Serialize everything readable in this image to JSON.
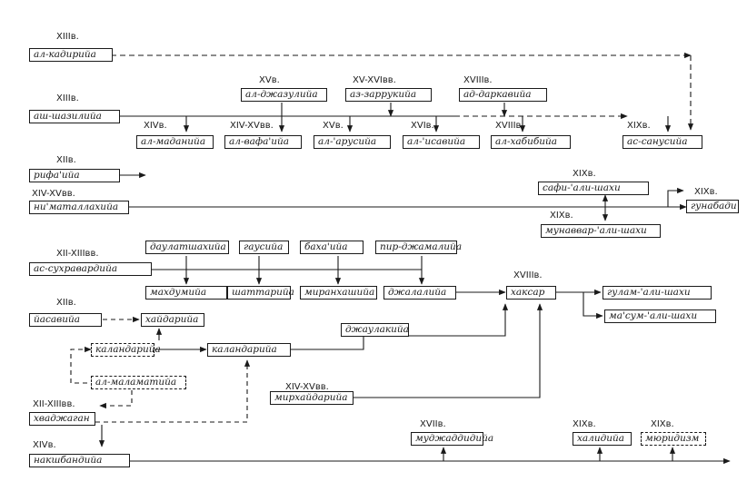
{
  "nodes": {
    "qadiriyya": {
      "name": "ал-кадирийа",
      "century": "XIIIв."
    },
    "shadhiliyya": {
      "name": "аш-шазилийа",
      "century": "XIIIв."
    },
    "jazuliyya": {
      "name": "ал-джазулийа",
      "century": "XVв."
    },
    "zarruqiyya": {
      "name": "аз-заррукийа",
      "century": "XV-XVIвв."
    },
    "darqawiyya": {
      "name": "ад-даркавийа",
      "century": "XVIIIв."
    },
    "madaniyya": {
      "name": "ал-маданийа",
      "century": "XIVв."
    },
    "wafaiyya": {
      "name": "ал-вафа'ийа",
      "century": "XIV-XVвв."
    },
    "arusiyya": {
      "name": "ал-'арусийа",
      "century": "XVв."
    },
    "isawiyya": {
      "name": "ал-'исавийа",
      "century": "XVIв."
    },
    "habibiyya": {
      "name": "ал-хабибийа",
      "century": "XVIIIв."
    },
    "sanusiyya": {
      "name": "ас-санусийа",
      "century": "XIXв."
    },
    "rifaiyya": {
      "name": "рифа'ийа",
      "century": "XIIв."
    },
    "nimatullahiyya": {
      "name": "ни'маталлахийа",
      "century": "XIV-XVвв."
    },
    "safi_ali_shahi": {
      "name": "сафи-'али-шахи",
      "century": "XIXв."
    },
    "munawwar_ali_shahi": {
      "name": "мунаввар-'али-шахи",
      "century": "XIXв."
    },
    "gunabadi": {
      "name": "гунабади",
      "century": "XIXв."
    },
    "suhrawardiyya": {
      "name": "ас-сухравардийа",
      "century": "XII-XIIIвв."
    },
    "dawlatshahiyya": {
      "name": "даулатшахийа",
      "century": ""
    },
    "ghawsiyya": {
      "name": "гаусийа",
      "century": ""
    },
    "bahaiyya": {
      "name": "баха'ийа",
      "century": ""
    },
    "pir_jamaliyya": {
      "name": "пир-джамалийа",
      "century": ""
    },
    "makhdumiyya": {
      "name": "махдумийа",
      "century": ""
    },
    "shattariyya": {
      "name": "шаттарийа",
      "century": ""
    },
    "miranshahiyya": {
      "name": "миранхашийа",
      "century": ""
    },
    "jalaliyya": {
      "name": "джалалийа",
      "century": ""
    },
    "khaksar": {
      "name": "хаксар",
      "century": "XVIIIв."
    },
    "ghulam_ali_shahi": {
      "name": "гулам-'али-шахи",
      "century": ""
    },
    "masum_ali_shahi": {
      "name": "ма'сум-'али-шахи",
      "century": ""
    },
    "yasawiyya": {
      "name": "йасавийа",
      "century": "XIIв."
    },
    "haydariyya": {
      "name": "хайдарийа",
      "century": ""
    },
    "qalandariyya_dashed": {
      "name": "каландарийа",
      "century": ""
    },
    "qalandariyya": {
      "name": "каландарийа",
      "century": ""
    },
    "jawlakiyya": {
      "name": "джаулакийа",
      "century": ""
    },
    "malamatiyya": {
      "name": "ал-маламатийа",
      "century": ""
    },
    "mirhaydariyya": {
      "name": "мирхайдарийа",
      "century": "XIV-XVвв."
    },
    "khwajagan": {
      "name": "хваджаган",
      "century": "XII-XIIIвв."
    },
    "naqshbandiyya": {
      "name": "накшбандийа",
      "century": "XIVв."
    },
    "mujaddidiyya": {
      "name": "муджаддидийа",
      "century": "XVIIв."
    },
    "khalidiyya": {
      "name": "халидийа",
      "century": "XIXв."
    },
    "muridizm": {
      "name": "мюридизм",
      "century": "XIXв."
    }
  }
}
